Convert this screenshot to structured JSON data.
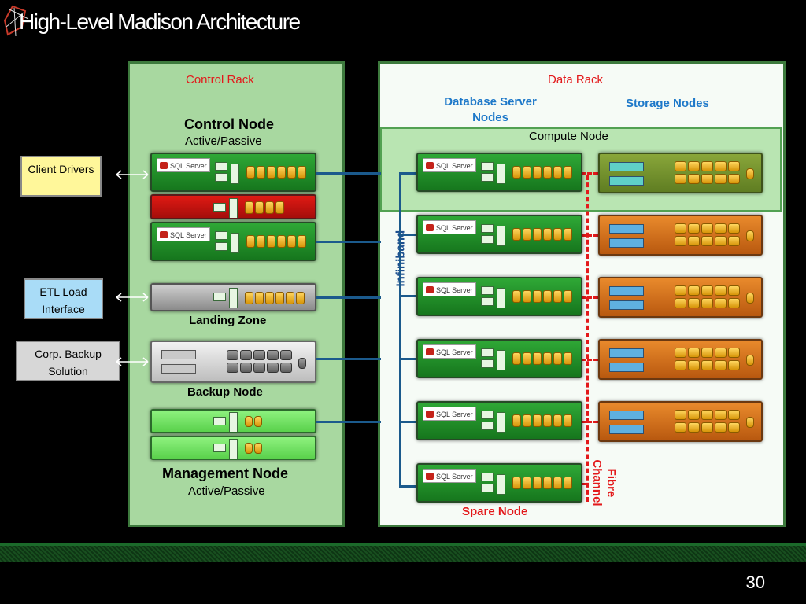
{
  "title": "High-Level Madison Architecture",
  "page_number": "30",
  "control_rack": {
    "label": "Control Rack",
    "control_node": {
      "title": "Control Node",
      "subtitle": "Active/Passive"
    },
    "landing_zone": "Landing Zone",
    "backup_node": "Backup Node",
    "management_node": {
      "title": "Management Node",
      "subtitle": "Active/Passive"
    }
  },
  "data_rack": {
    "label": "Data Rack",
    "db_server_nodes": "Database Server Nodes",
    "storage_nodes": "Storage Nodes",
    "compute_node": "Compute Node",
    "infiniband": "Infiniband",
    "fibre_channel": "Fibre Channel",
    "spare_node": "Spare Node"
  },
  "side_boxes": [
    {
      "label": "Client Drivers"
    },
    {
      "label": "ETL Load Interface"
    },
    {
      "label": "Corp. Backup Solution"
    }
  ],
  "sql_badge": "SQL Server",
  "colors": {
    "red_label": "#e3191b",
    "blue_label": "#1d78c9",
    "panel_border": "#3d7a3d",
    "infiniband_line": "#1b5a8c",
    "fibre_dash": "#e3191b"
  },
  "icons": [
    "logo-icon",
    "double-arrow-icon"
  ]
}
